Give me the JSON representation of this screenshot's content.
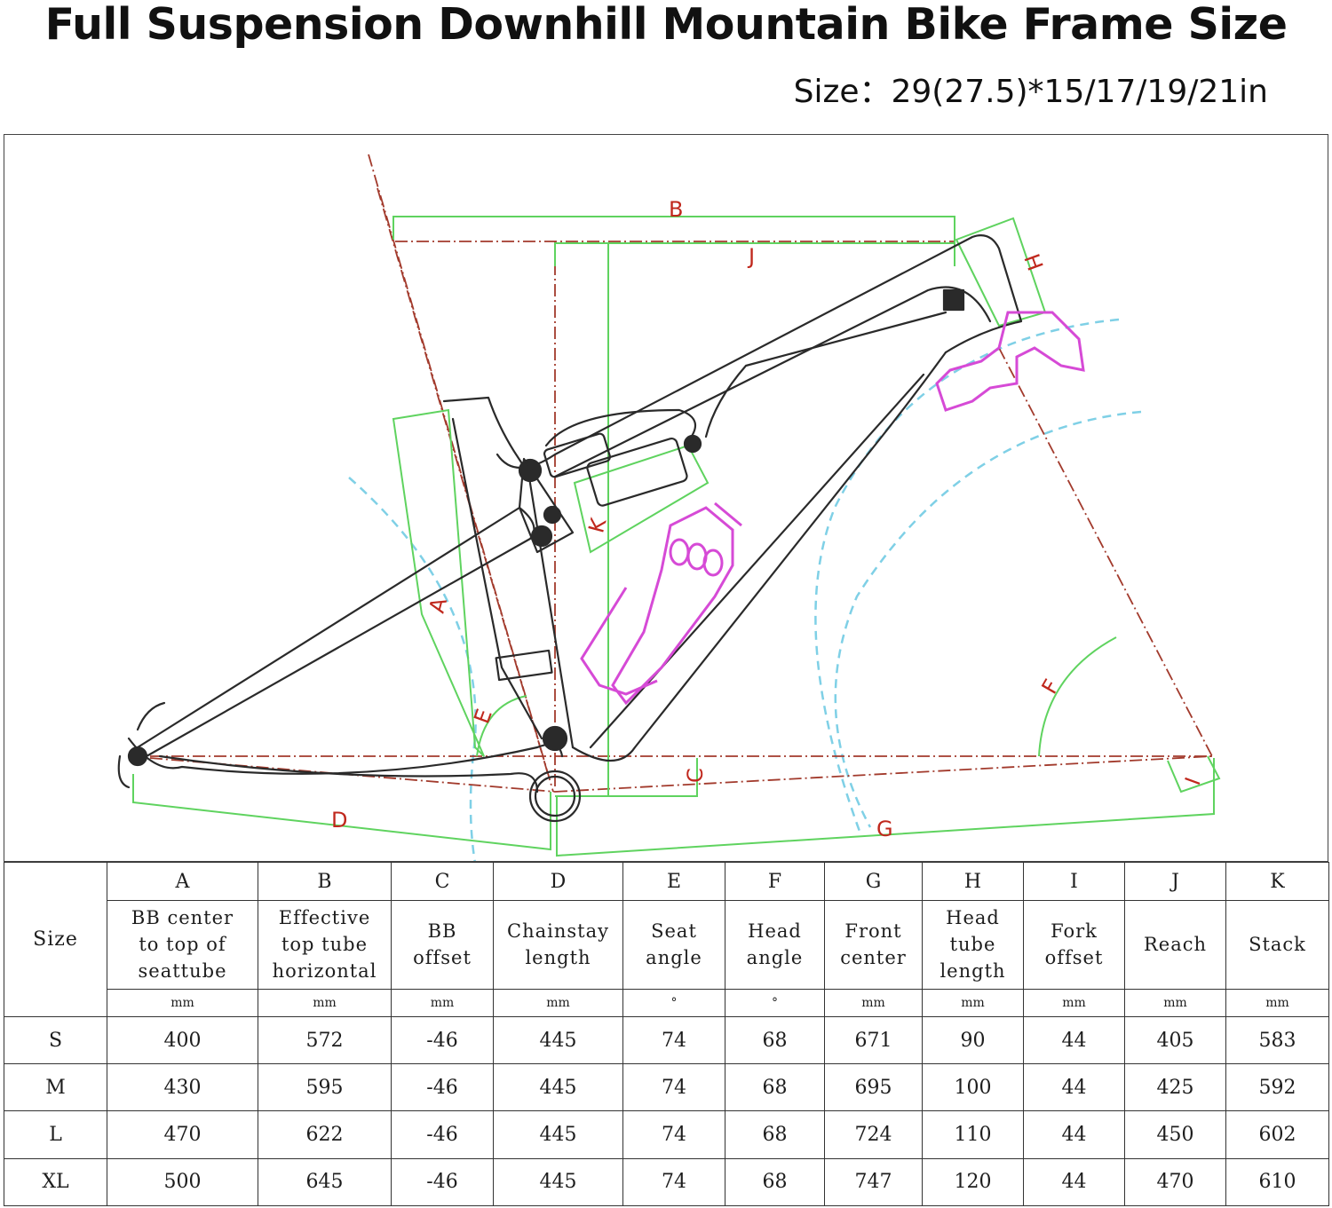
{
  "title": "Full Suspension Downhill Mountain Bike Frame Size",
  "subtitle": "Size：29(27.5)*15/17/19/21in",
  "diagram": {
    "dimension_labels": [
      "A",
      "B",
      "C",
      "D",
      "E",
      "F",
      "G",
      "H",
      "I",
      "J",
      "K"
    ],
    "colors": {
      "frame": "#2a2a2a",
      "dimension_line": "#5fd35f",
      "reference_line": "#a23a2c",
      "arc": "#7fd0e6",
      "bottle": "#d64ad6",
      "label": "#c0281d"
    }
  },
  "table": {
    "size_header": "Size",
    "columns": [
      {
        "letter": "A",
        "desc": [
          "BB center",
          "to top of",
          "seattube"
        ],
        "unit": "mm"
      },
      {
        "letter": "B",
        "desc": [
          "Effective",
          "top tube",
          "horizontal"
        ],
        "unit": "mm"
      },
      {
        "letter": "C",
        "desc": [
          "BB",
          "offset"
        ],
        "unit": "mm"
      },
      {
        "letter": "D",
        "desc": [
          "Chainstay",
          "length"
        ],
        "unit": "mm"
      },
      {
        "letter": "E",
        "desc": [
          "Seat",
          "angle"
        ],
        "unit": "°"
      },
      {
        "letter": "F",
        "desc": [
          "Head",
          "angle"
        ],
        "unit": "°"
      },
      {
        "letter": "G",
        "desc": [
          "Front",
          "center"
        ],
        "unit": "mm"
      },
      {
        "letter": "H",
        "desc": [
          "Head",
          "tube",
          "length"
        ],
        "unit": "mm"
      },
      {
        "letter": "I",
        "desc": [
          "Fork",
          "offset"
        ],
        "unit": "mm"
      },
      {
        "letter": "J",
        "desc": [
          "Reach"
        ],
        "unit": "mm"
      },
      {
        "letter": "K",
        "desc": [
          "Stack"
        ],
        "unit": "mm"
      }
    ],
    "rows": [
      {
        "size": "S",
        "values": [
          "400",
          "572",
          "-46",
          "445",
          "74",
          "68",
          "671",
          "90",
          "44",
          "405",
          "583"
        ]
      },
      {
        "size": "M",
        "values": [
          "430",
          "595",
          "-46",
          "445",
          "74",
          "68",
          "695",
          "100",
          "44",
          "425",
          "592"
        ]
      },
      {
        "size": "L",
        "values": [
          "470",
          "622",
          "-46",
          "445",
          "74",
          "68",
          "724",
          "110",
          "44",
          "450",
          "602"
        ]
      },
      {
        "size": "XL",
        "values": [
          "500",
          "645",
          "-46",
          "445",
          "74",
          "68",
          "747",
          "120",
          "44",
          "470",
          "610"
        ]
      }
    ]
  }
}
